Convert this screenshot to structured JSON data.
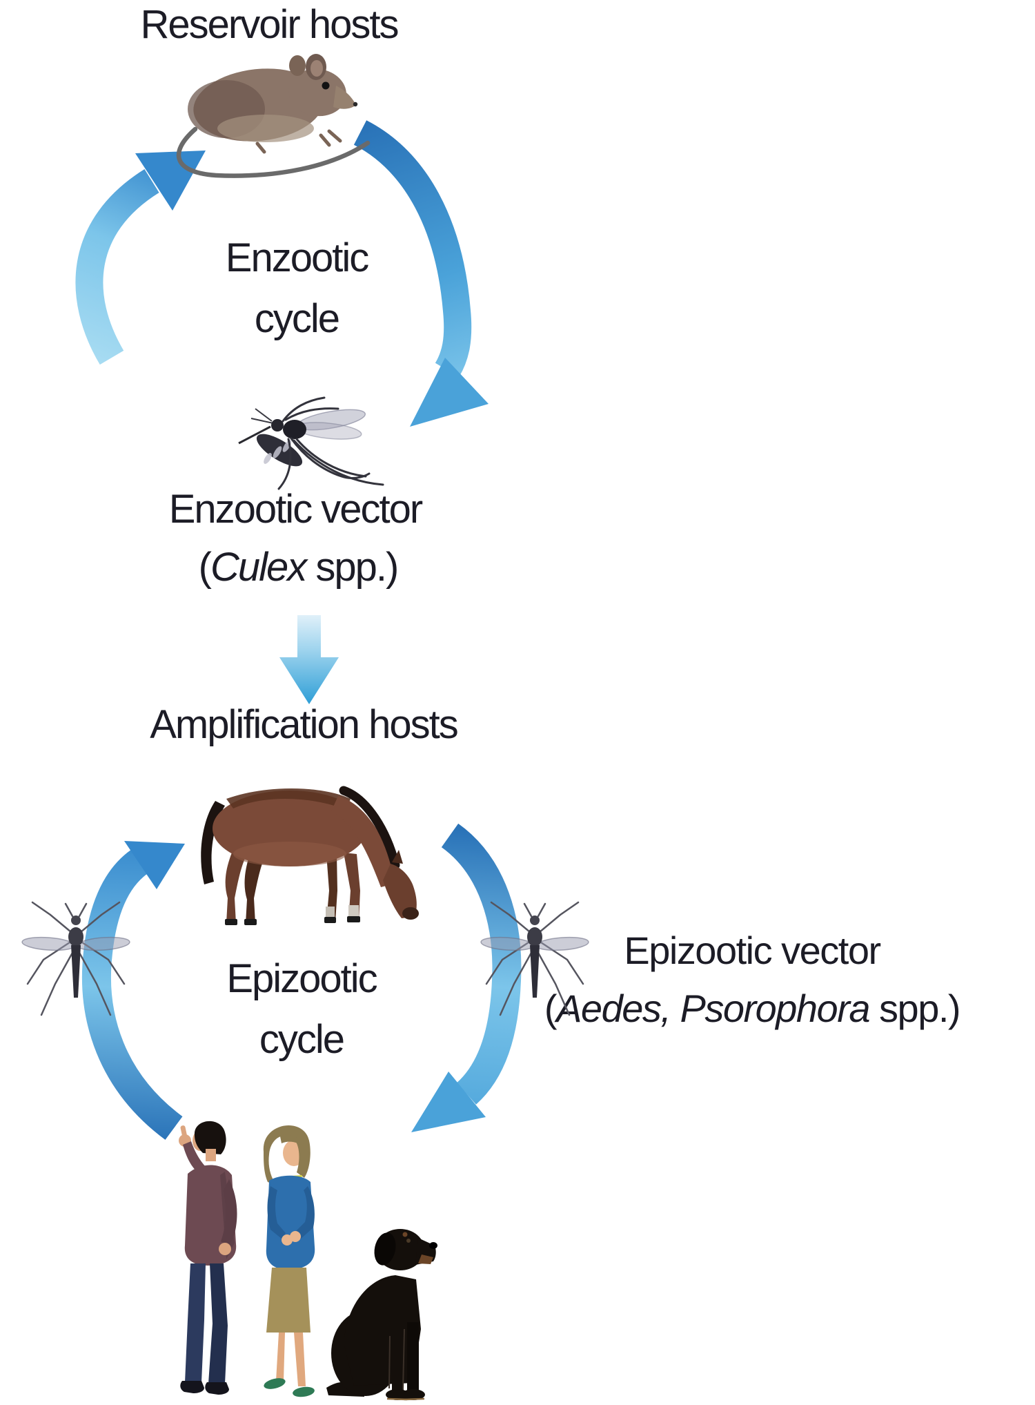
{
  "labels": {
    "reservoir_hosts": "Reservoir hosts",
    "enzootic_cycle": {
      "line1": "Enzootic",
      "line2": "cycle"
    },
    "enzootic_vector": {
      "title": "Enzootic vector",
      "species_prefix": "(",
      "species_italic": "Culex",
      "species_suffix": " spp.)"
    },
    "amplification_hosts": "Amplification hosts",
    "epizootic_cycle": {
      "line1": "Epizootic",
      "line2": "cycle"
    },
    "epizootic_vector": {
      "title": "Epizootic vector",
      "species_prefix": "(",
      "species_italic": "Aedes, Psorophora",
      "species_suffix": " spp.)"
    }
  },
  "illustrations": {
    "rodent": "reservoir host rodent (mouse)",
    "enzootic_mosquito": "Culex mosquito, side view",
    "horse": "grazing horse, amplification host",
    "left_mosquito": "Aedes/Psorophora mosquito, dorsal view",
    "right_mosquito": "Aedes/Psorophora mosquito, dorsal view",
    "man": "man pointing upward",
    "woman": "woman standing",
    "dog": "black dog sitting"
  },
  "colors": {
    "text_color": "#1c1c26",
    "arrow_pale": "#a8dcf2",
    "arrow_light": "#7cc5ea",
    "arrow_mid": "#4aa2d9",
    "arrow_deep": "#3588cc",
    "arrow_dark": "#2a73b8",
    "down_pale": "#e4f2fa",
    "down_mid": "#9fd4ee",
    "down_deep": "#2e9ed6",
    "mouse_fur": "#8b7568",
    "mouse_fur_dark": "#6f5a50",
    "horse_coat": "#7b4a38",
    "horse_dark": "#1c1310",
    "horse_shade": "#5c3422",
    "dog_black": "#140f0b",
    "man_jacket": "#6d4a52",
    "man_pants": "#2c3a5e",
    "woman_jacket": "#2d6fad",
    "woman_skirt": "#a5915a",
    "woman_hair": "#8c7b50",
    "skin": "#dca57f",
    "shoe_green": "#2e7a55",
    "mosquito_body": "#2e2e38",
    "wing_gray": "#9a9cb0"
  }
}
